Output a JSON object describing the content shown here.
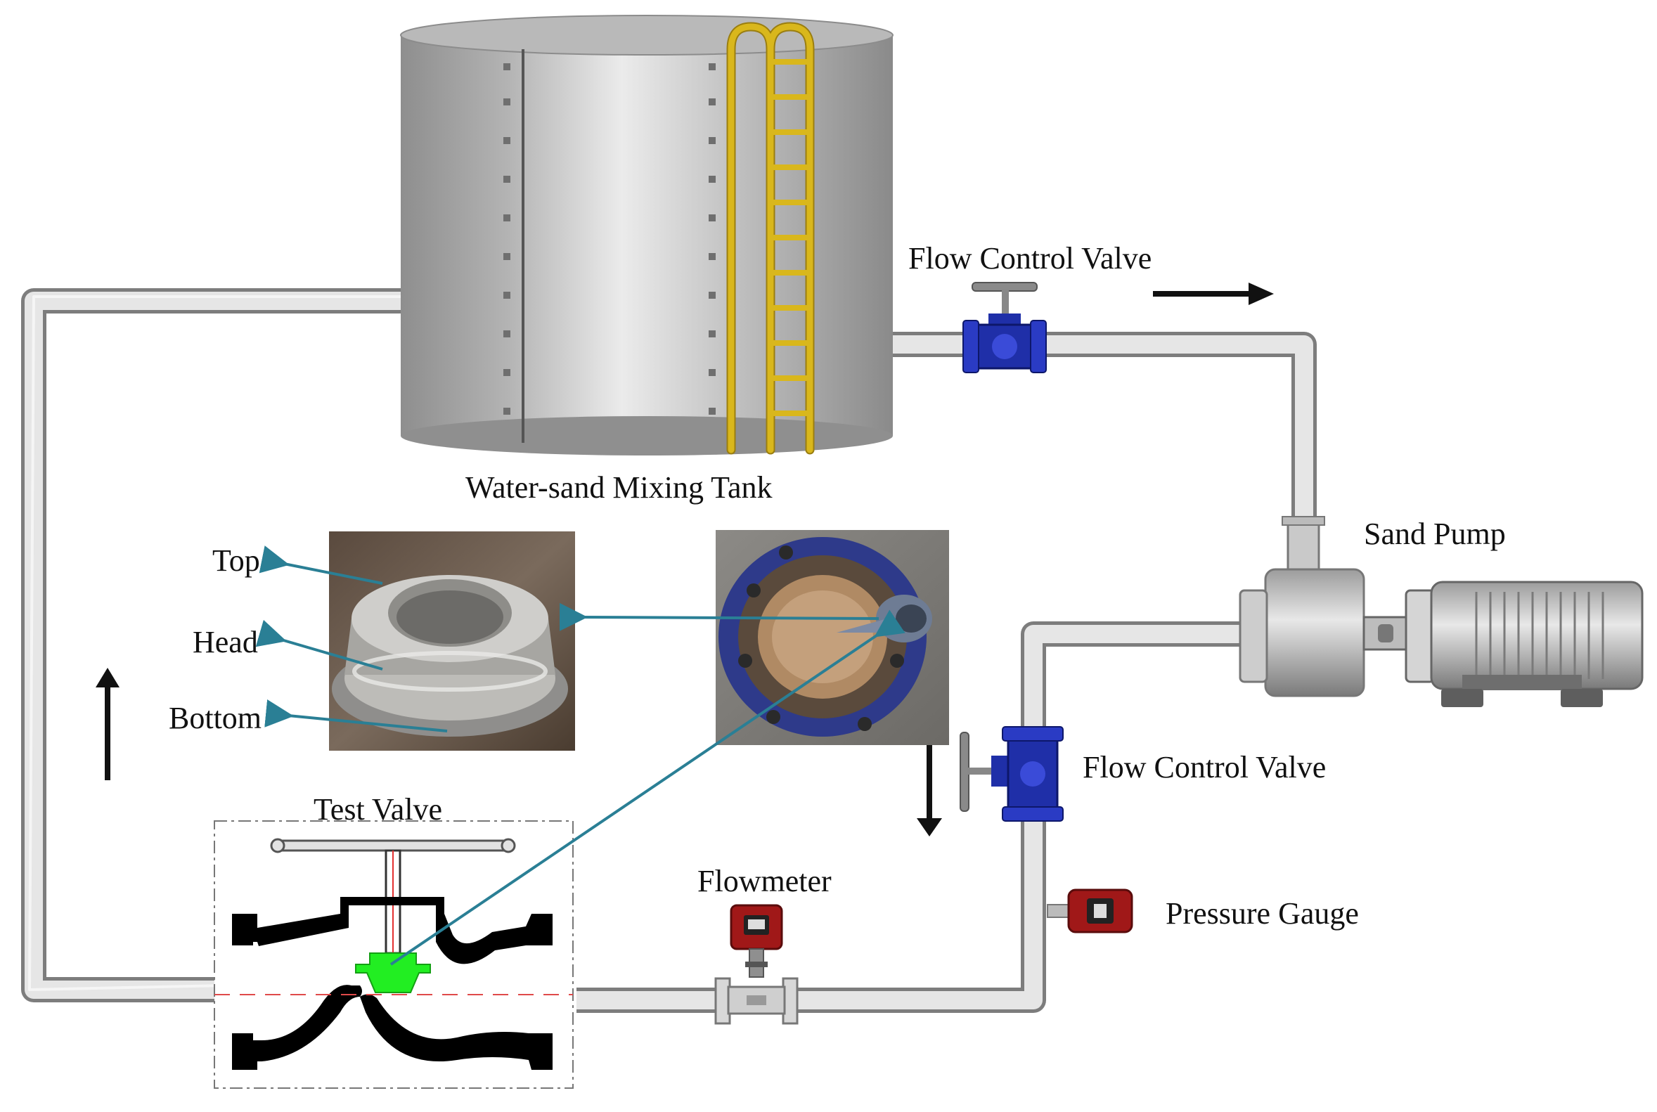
{
  "labels": {
    "tank": "Water-sand Mixing Tank",
    "flow_control_valve_top": "Flow Control Valve",
    "sand_pump": "Sand Pump",
    "flow_control_valve_right": "Flow Control Valve",
    "pressure_gauge": "Pressure Gauge",
    "flowmeter": "Flowmeter",
    "test_valve": "Test Valve",
    "top": "Top",
    "head": "Head",
    "bottom": "Bottom"
  },
  "colors": {
    "pipe": "#c8c8c8",
    "pipe_edge": "#7d7d7d",
    "tank": "#a9a9a9",
    "ladder": "#e0c020",
    "valve": "#1f2fa8",
    "gauge": "#a01818",
    "valve_core": "#22ee22",
    "callout_arrow": "#2a7f95",
    "flow_arrow": "#111111"
  }
}
